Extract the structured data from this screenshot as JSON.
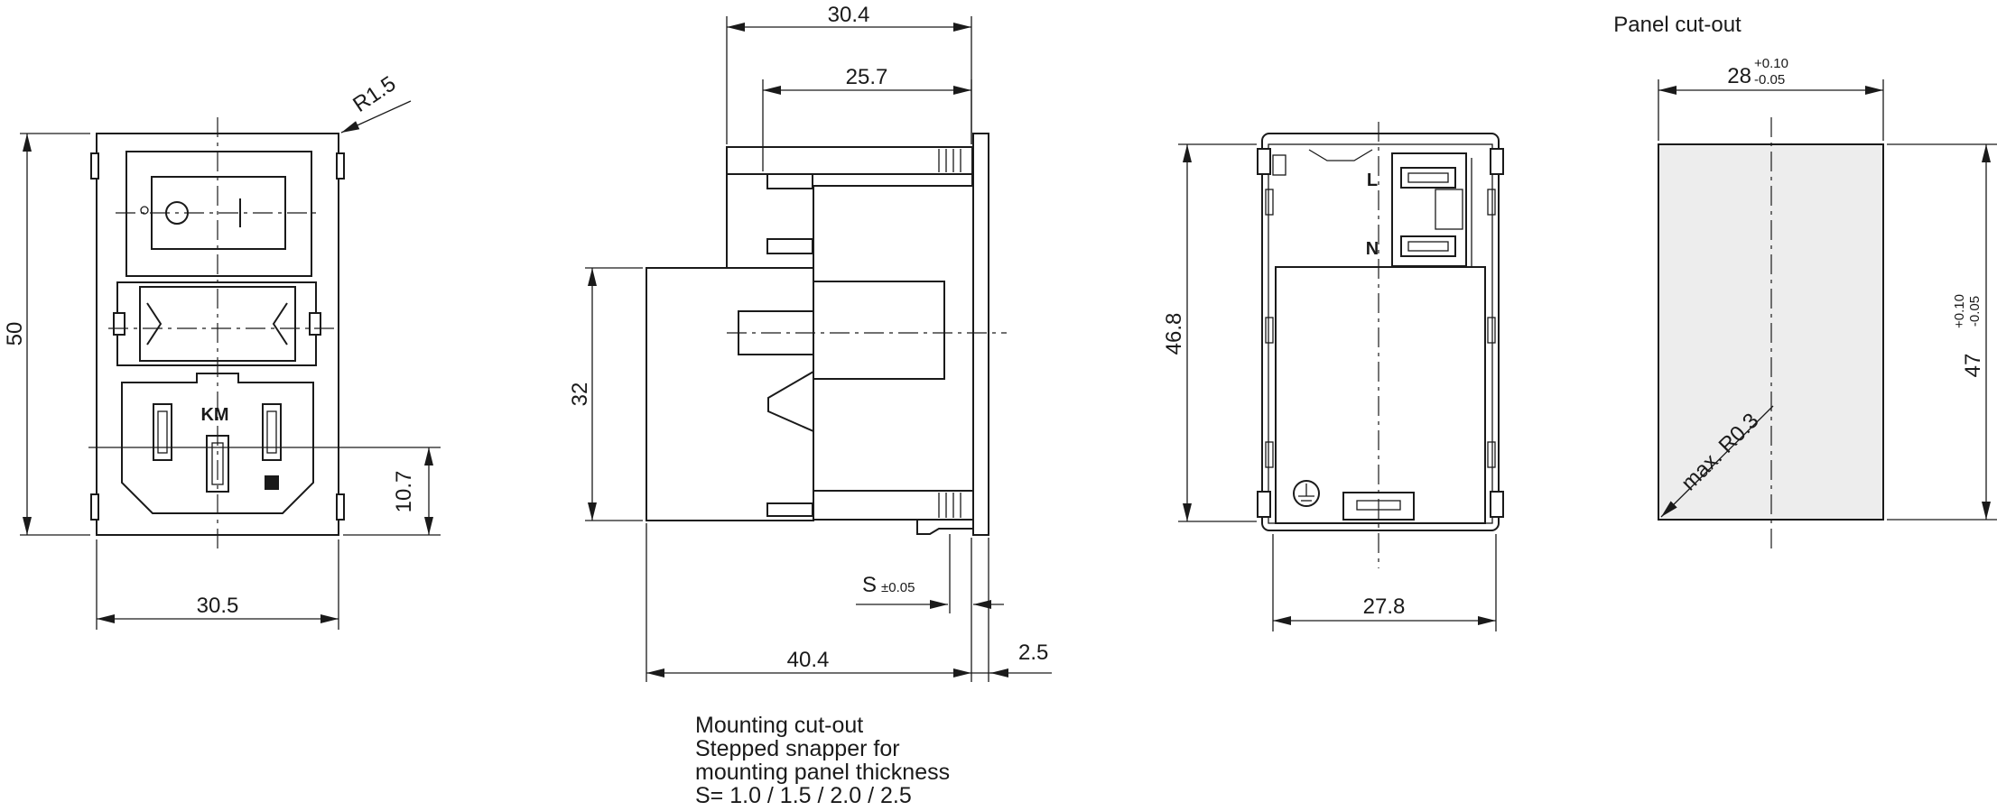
{
  "front_view": {
    "radius_label": "R1.5",
    "height_label": "50",
    "width_label": "30.5",
    "offset_label": "10.7",
    "socket_marking": "KM"
  },
  "side_view": {
    "top_width_label": "30.4",
    "inner_width_label": "25.7",
    "body_height_label": "32",
    "depth_label": "40.4",
    "panel_label": "2.5",
    "snapper_label": "S",
    "snapper_tolerance": "±0.05"
  },
  "back_view": {
    "height_label": "46.8",
    "width_label": "27.8",
    "line_terminal": "L",
    "neutral_terminal": "N"
  },
  "panel_cutout": {
    "title": "Panel cut-out",
    "width_value": "28",
    "width_tol_upper": "+0.10",
    "width_tol_lower": "-0.05",
    "height_value": "47",
    "height_tol_upper": "+0.10",
    "height_tol_lower": "-0.05",
    "corner_label": "max. R0.3"
  },
  "notes": [
    "Mounting cut-out",
    "Stepped snapper for",
    "mounting panel thickness",
    "S= 1.0 / 1.5 / 2.0 / 2.5"
  ]
}
